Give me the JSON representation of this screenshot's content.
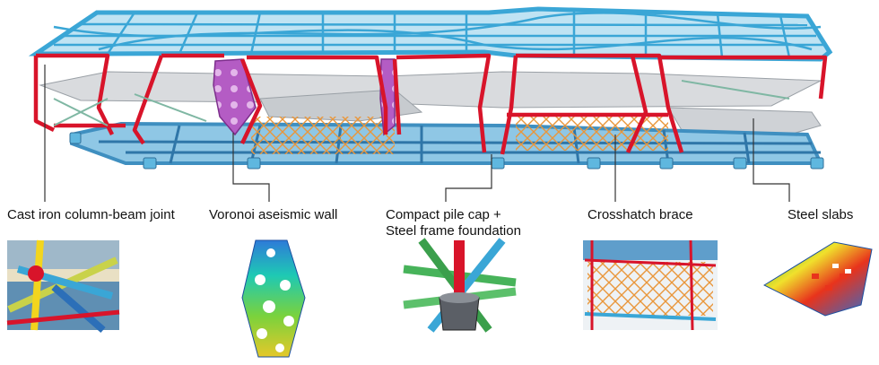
{
  "labels": {
    "joint": "Cast iron column-beam joint",
    "voronoi": "Voronoi aseismic wall",
    "pile_line1": "Compact pile cap +",
    "pile_line2": "Steel frame foundation",
    "brace": "Crosshatch brace",
    "slabs": "Steel slabs"
  },
  "colors": {
    "frame_blue": "#3aa6d6",
    "column_red": "#d8142a",
    "voronoi_purple": "#b45cc4",
    "brace_orange": "#e9963a",
    "slab_grey": "#d9dbde",
    "base_blue": "#3f8fc0"
  }
}
